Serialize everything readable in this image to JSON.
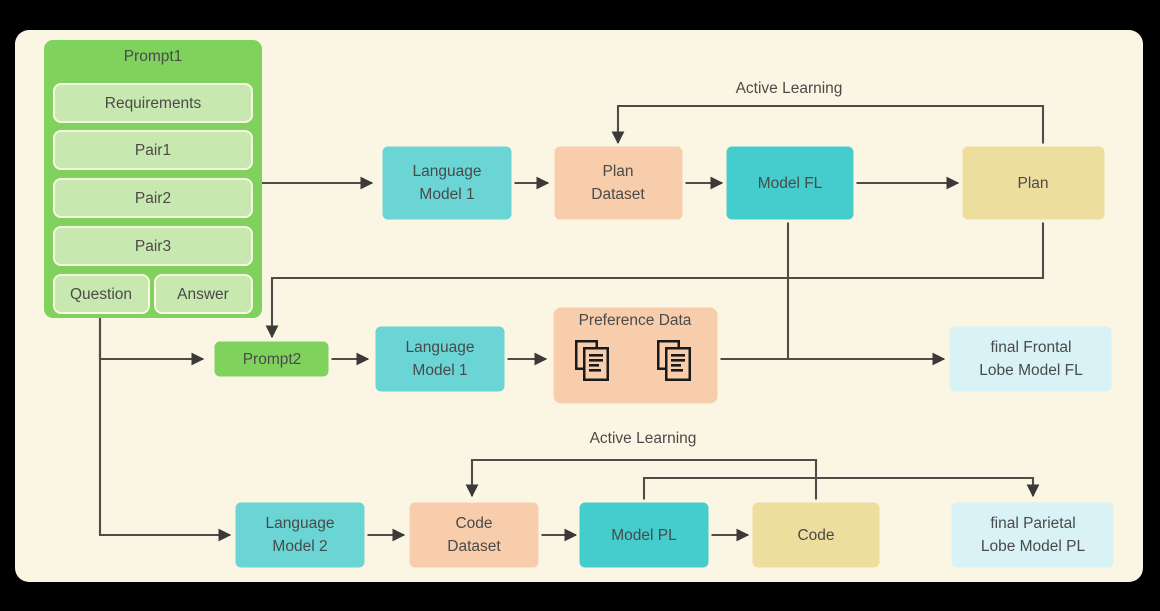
{
  "canvas": {
    "background": "#FBF6E4",
    "page_background": "#000000"
  },
  "colors": {
    "green_dark": "#7FD35C",
    "green_light": "#C7E9B0",
    "teal_light": "#6BD4D4",
    "teal_dark": "#45CCCC",
    "peach": "#F7CDAC",
    "yellow": "#EDDE9E",
    "lightblue": "#D9F2F5",
    "line": "#4d4d48",
    "text": "#4a4a4a"
  },
  "prompt1": {
    "title": "Prompt1",
    "items": [
      {
        "label": "Requirements"
      },
      {
        "label": "Pair1"
      },
      {
        "label": "Pair2"
      },
      {
        "label": "Pair3"
      }
    ],
    "qa": [
      {
        "label": "Question"
      },
      {
        "label": "Answer"
      }
    ]
  },
  "nodes": {
    "language_model_1_top": {
      "line1": "Language",
      "line2": "Model 1"
    },
    "plan_dataset": {
      "line1": "Plan",
      "line2": "Dataset"
    },
    "model_fl": {
      "line1": "Model FL"
    },
    "plan": {
      "line1": "Plan"
    },
    "prompt2": {
      "line1": "Prompt2"
    },
    "language_model_1_mid": {
      "line1": "Language",
      "line2": "Model 1"
    },
    "preference_data": {
      "title": "Preference Data",
      "icons": [
        "document-copy-icon",
        "document-copy-icon"
      ]
    },
    "final_frontal": {
      "line1": "final Frontal",
      "line2": "Lobe Model FL"
    },
    "language_model_2": {
      "line1": "Language",
      "line2": "Model 2"
    },
    "code_dataset": {
      "line1": "Code",
      "line2": "Dataset"
    },
    "model_pl": {
      "line1": "Model PL"
    },
    "code": {
      "line1": "Code"
    },
    "final_parietal": {
      "line1": "final Parietal",
      "line2": "Lobe Model PL"
    }
  },
  "edge_labels": {
    "active_learning_top": "Active Learning",
    "active_learning_bottom": "Active Learning"
  }
}
